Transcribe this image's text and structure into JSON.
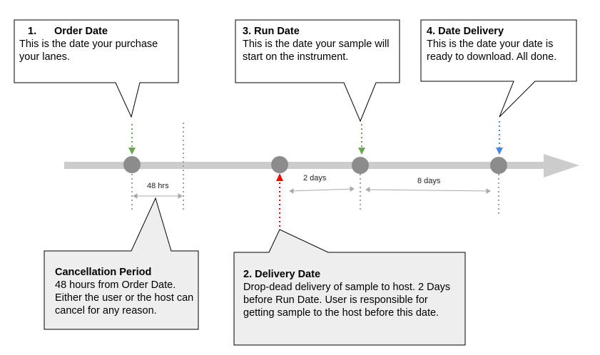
{
  "colors": {
    "timeline": "#cccccc",
    "milestone": "#8c8c8c",
    "callout_white": "#ffffff",
    "callout_gray": "#eeeeee",
    "border": "#000000",
    "green_arrow": "#6aa84f",
    "red_arrow": "#ff0000",
    "blue_arrow": "#4a86e8",
    "gray_dots": "#9e9e9e"
  },
  "order_date": {
    "number": "1.",
    "title": "Order Date",
    "body": "This is the date your purchase your lanes."
  },
  "run_date": {
    "title": "3. Run Date",
    "body": "This is the date your sample will start on the instrument."
  },
  "date_delivery": {
    "title": "4. Date Delivery",
    "body": "This is the date your date is ready to download. All done."
  },
  "cancellation": {
    "title": "Cancellation Period",
    "body": "48 hours from Order Date. Either the user or the host can cancel for any reason."
  },
  "delivery_date": {
    "title": "2. Delivery Date",
    "body": "Drop-dead delivery of sample to host. 2 Days before Run Date. User is responsible for getting sample to the host before this date."
  },
  "intervals": {
    "hrs48": "48 hrs",
    "days2": "2 days",
    "days8": "8 days"
  }
}
